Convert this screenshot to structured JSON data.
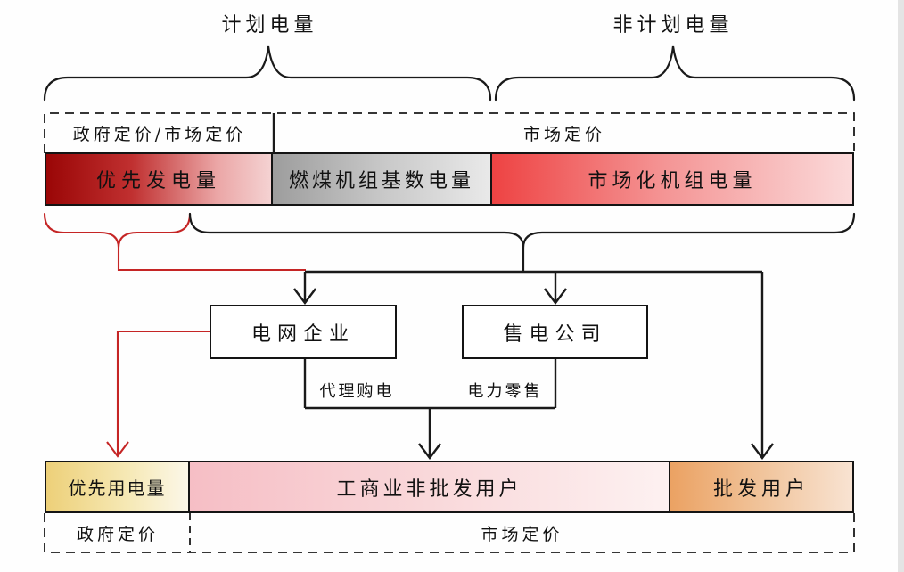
{
  "colors": {
    "line": "#1a1a1a",
    "red-accent": "#c52525",
    "priority-gen-start": "#9a0606",
    "priority-gen-end": "#f4d2d2",
    "coal-start": "#9d9d9d",
    "coal-end": "#e9e9e9",
    "market-gen-start": "#ee4343",
    "market-gen-end": "#fbdada",
    "priority-use-start": "#edd079",
    "priority-use-end": "#fbf7e8",
    "nonwholesale-start": "#f6bec5",
    "nonwholesale-end": "#fdf1f1",
    "wholesale-start": "#eba263",
    "wholesale-end": "#f8e3d2"
  },
  "top_braces": {
    "planned_label": "计划电量",
    "unplanned_label": "非计划电量"
  },
  "pricing_top": {
    "left_label": "政府定价/市场定价",
    "right_label": "市场定价"
  },
  "generation_bar": {
    "cells": [
      {
        "label": "优先发电量"
      },
      {
        "label": "燃煤机组基数电量"
      },
      {
        "label": "市场化机组电量"
      }
    ]
  },
  "entities": {
    "grid_company": "电网企业",
    "retail_company": "售电公司"
  },
  "flow_labels": {
    "agent_purchase": "代理购电",
    "power_retail": "电力零售"
  },
  "consumption_bar": {
    "cells": [
      {
        "label": "优先用电量"
      },
      {
        "label": "工商业非批发用户"
      },
      {
        "label": "批发用户"
      }
    ]
  },
  "pricing_bottom": {
    "left_label": "政府定价",
    "right_label": "市场定价"
  }
}
